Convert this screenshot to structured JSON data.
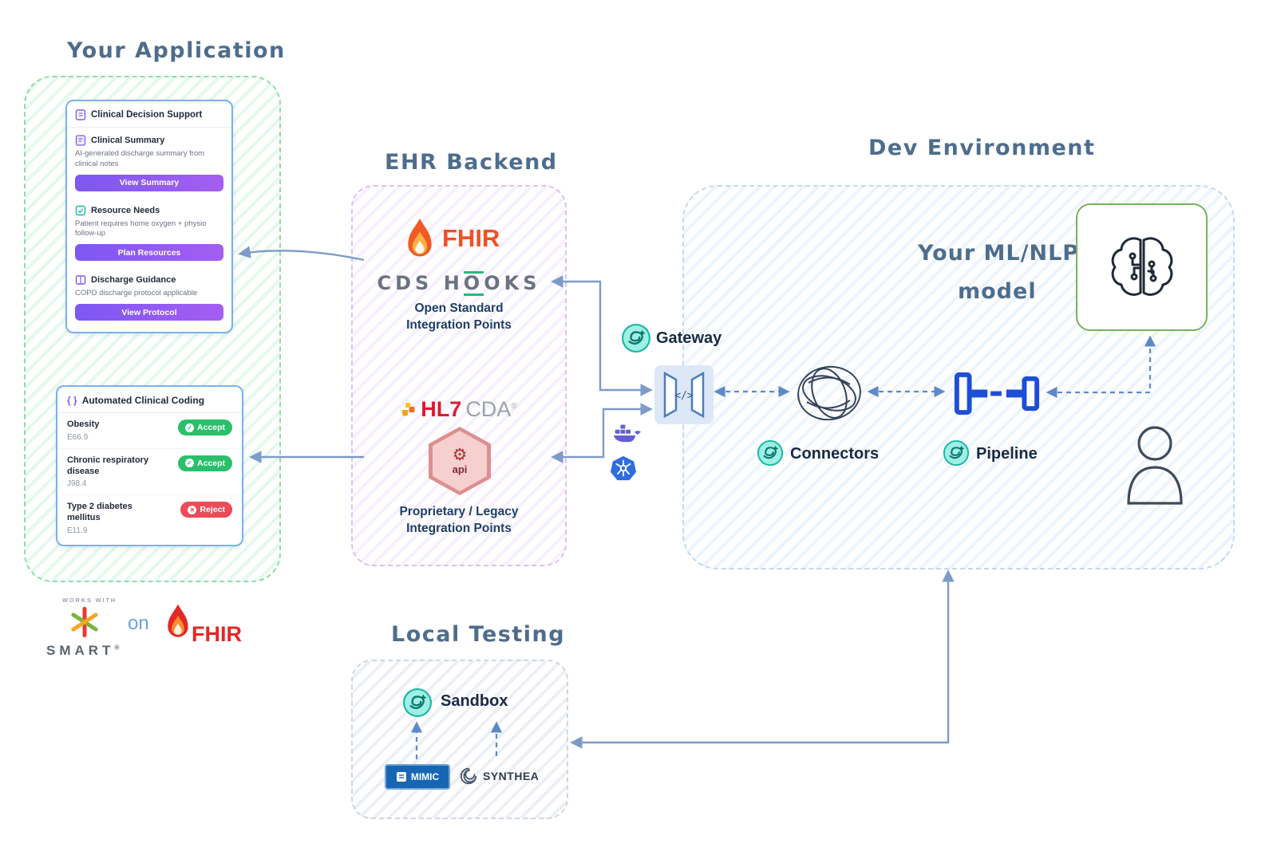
{
  "headings": {
    "your_application": "Your Application",
    "ehr_backend": "EHR Backend",
    "dev_environment": "Dev Environment",
    "local_testing": "Local Testing"
  },
  "app": {
    "cds_card": {
      "title": "Clinical Decision Support",
      "sections": [
        {
          "title": "Clinical Summary",
          "desc": "AI-generated discharge summary from clinical notes",
          "button": "View Summary"
        },
        {
          "title": "Resource Needs",
          "desc": "Patient requires home oxygen + physio follow-up",
          "button": "Plan Resources"
        },
        {
          "title": "Discharge Guidance",
          "desc": "COPD discharge protocol applicable",
          "button": "View Protocol"
        }
      ]
    },
    "coding_card": {
      "icon": "{ }",
      "title": "Automated Clinical Coding",
      "rows": [
        {
          "name": "Obesity",
          "code": "E66.9",
          "action": "Accept"
        },
        {
          "name": "Chronic respiratory disease",
          "code": "J98.4",
          "action": "Accept"
        },
        {
          "name": "Type 2 diabetes mellitus",
          "code": "E11.9",
          "action": "Reject"
        }
      ]
    },
    "smart_badge": {
      "works_with": "WORKS WITH",
      "smart": "SMART",
      "reg": "®",
      "on": "on",
      "fhir": "FHIR"
    }
  },
  "ehr": {
    "fhir_label": "FHIR",
    "cds_hooks_a": "CDS H",
    "cds_hooks_o": "O",
    "cds_hooks_b": "OKS",
    "open_standard": [
      "Open Standard",
      "Integration Points"
    ],
    "hl7": "HL7",
    "cda": "CDA",
    "cda_reg": "®",
    "api_label": "api",
    "proprietary": [
      "Proprietary / Legacy",
      "Integration Points"
    ]
  },
  "gateway": {
    "label": "Gateway",
    "glyph": "</>"
  },
  "dev": {
    "model_line1": "Your ML/NLP",
    "model_line2": "model",
    "connectors": "Connectors",
    "pipeline": "Pipeline"
  },
  "local": {
    "sandbox": "Sandbox",
    "mimic": "MIMIC",
    "synthea": "SYNTHEA"
  },
  "colors": {
    "accent_purple": "#8a5cf2",
    "accept_green": "#28c06a",
    "reject_red": "#ea4b57",
    "fhir_orange": "#ef5222",
    "hl7_red": "#e01931",
    "teal": "#14b8a6",
    "arrow_blue": "#7d9bc8"
  }
}
